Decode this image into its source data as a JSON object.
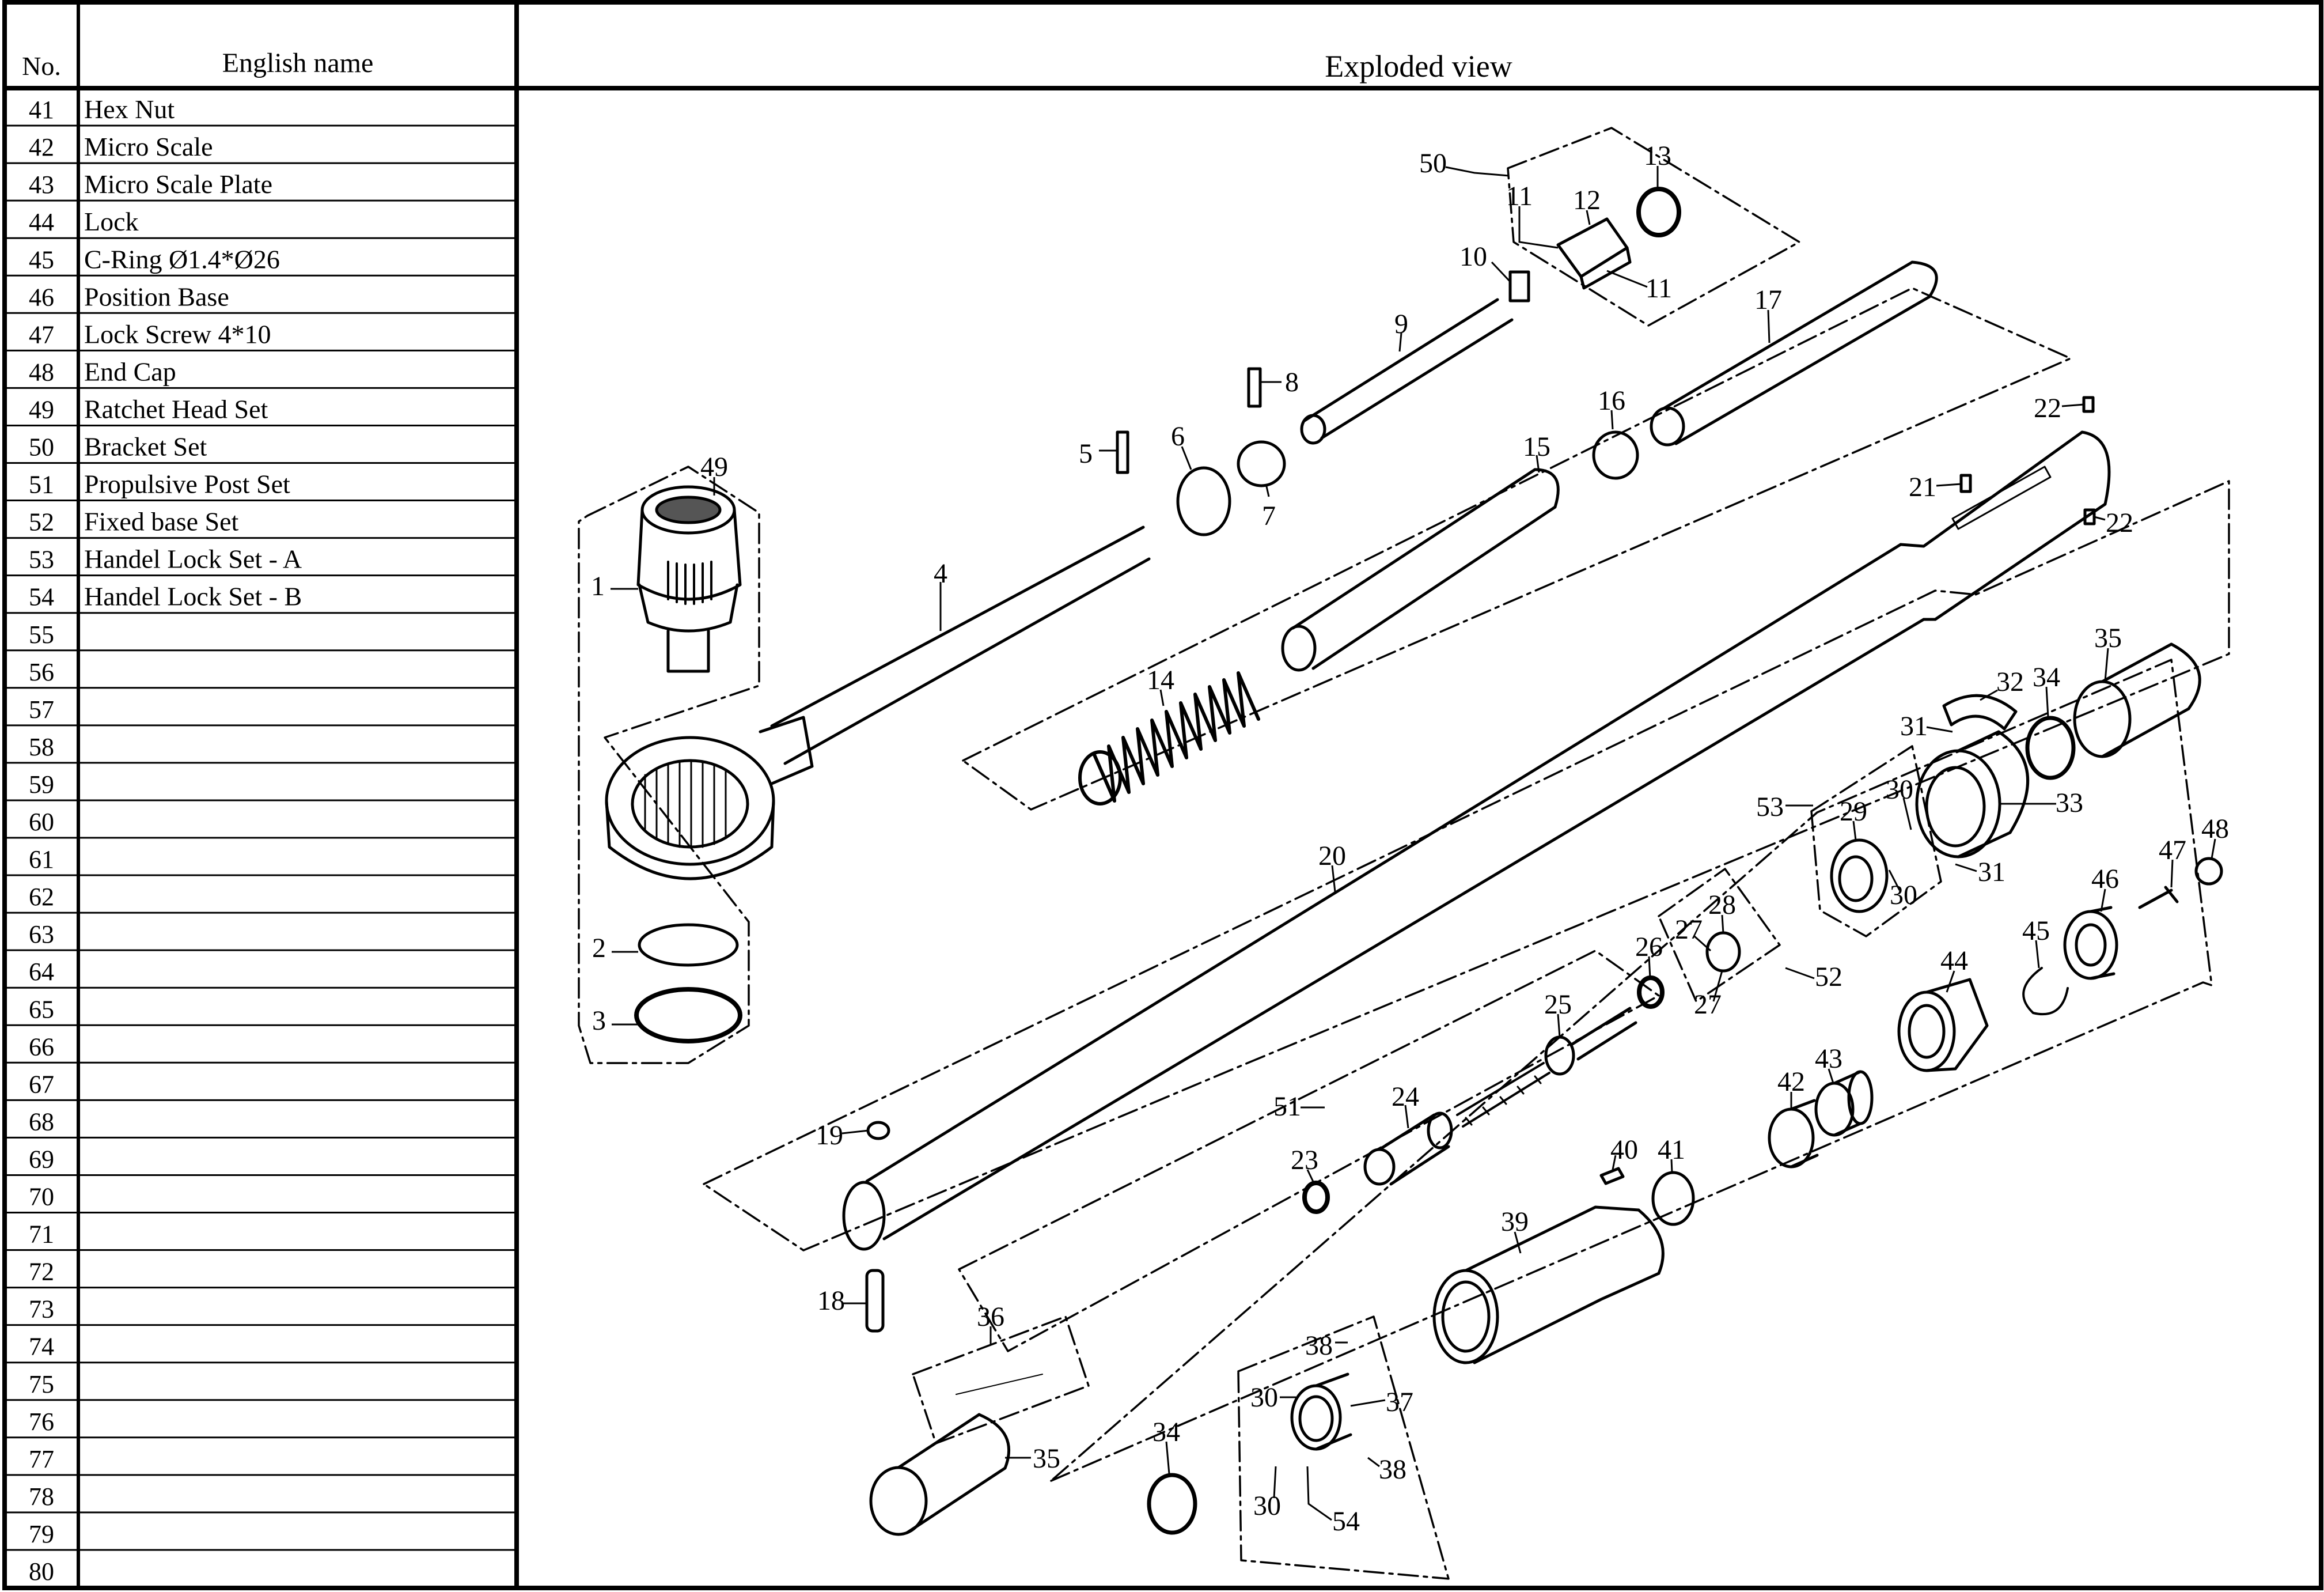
{
  "header": {
    "no_label": "No.",
    "name_label": "English name",
    "view_label": "Exploded view"
  },
  "parts": [
    {
      "no": "41",
      "name": "Hex Nut"
    },
    {
      "no": "42",
      "name": "Micro Scale"
    },
    {
      "no": "43",
      "name": "Micro Scale Plate"
    },
    {
      "no": "44",
      "name": "Lock"
    },
    {
      "no": "45",
      "name": "C-Ring Ø1.4*Ø26"
    },
    {
      "no": "46",
      "name": "Position Base"
    },
    {
      "no": "47",
      "name": "Lock Screw 4*10"
    },
    {
      "no": "48",
      "name": "End Cap"
    },
    {
      "no": "49",
      "name": "Ratchet Head Set"
    },
    {
      "no": "50",
      "name": "Bracket Set"
    },
    {
      "no": "51",
      "name": "Propulsive Post Set"
    },
    {
      "no": "52",
      "name": "Fixed base Set"
    },
    {
      "no": "53",
      "name": "Handel Lock Set - A"
    },
    {
      "no": "54",
      "name": "Handel Lock Set - B"
    },
    {
      "no": "55",
      "name": ""
    },
    {
      "no": "56",
      "name": ""
    },
    {
      "no": "57",
      "name": ""
    },
    {
      "no": "58",
      "name": ""
    },
    {
      "no": "59",
      "name": ""
    },
    {
      "no": "60",
      "name": ""
    },
    {
      "no": "61",
      "name": ""
    },
    {
      "no": "62",
      "name": ""
    },
    {
      "no": "63",
      "name": ""
    },
    {
      "no": "64",
      "name": ""
    },
    {
      "no": "65",
      "name": ""
    },
    {
      "no": "66",
      "name": ""
    },
    {
      "no": "67",
      "name": ""
    },
    {
      "no": "68",
      "name": ""
    },
    {
      "no": "69",
      "name": ""
    },
    {
      "no": "70",
      "name": ""
    },
    {
      "no": "71",
      "name": ""
    },
    {
      "no": "72",
      "name": ""
    },
    {
      "no": "73",
      "name": ""
    },
    {
      "no": "74",
      "name": ""
    },
    {
      "no": "75",
      "name": ""
    },
    {
      "no": "76",
      "name": ""
    },
    {
      "no": "77",
      "name": ""
    },
    {
      "no": "78",
      "name": ""
    },
    {
      "no": "79",
      "name": ""
    },
    {
      "no": "80",
      "name": ""
    }
  ],
  "callouts": [
    {
      "id": "c1",
      "label": "1"
    },
    {
      "id": "c2",
      "label": "2"
    },
    {
      "id": "c3",
      "label": "3"
    },
    {
      "id": "c4",
      "label": "4"
    },
    {
      "id": "c5",
      "label": "5"
    },
    {
      "id": "c6",
      "label": "6"
    },
    {
      "id": "c7",
      "label": "7"
    },
    {
      "id": "c8",
      "label": "8"
    },
    {
      "id": "c9",
      "label": "9"
    },
    {
      "id": "c10",
      "label": "10"
    },
    {
      "id": "c11a",
      "label": "11"
    },
    {
      "id": "c11b",
      "label": "11"
    },
    {
      "id": "c12",
      "label": "12"
    },
    {
      "id": "c13",
      "label": "13"
    },
    {
      "id": "c14",
      "label": "14"
    },
    {
      "id": "c15",
      "label": "15"
    },
    {
      "id": "c16",
      "label": "16"
    },
    {
      "id": "c17",
      "label": "17"
    },
    {
      "id": "c18",
      "label": "18"
    },
    {
      "id": "c19",
      "label": "19"
    },
    {
      "id": "c20",
      "label": "20"
    },
    {
      "id": "c21",
      "label": "21"
    },
    {
      "id": "c22a",
      "label": "22"
    },
    {
      "id": "c22b",
      "label": "22"
    },
    {
      "id": "c23",
      "label": "23"
    },
    {
      "id": "c24",
      "label": "24"
    },
    {
      "id": "c25",
      "label": "25"
    },
    {
      "id": "c26",
      "label": "26"
    },
    {
      "id": "c27a",
      "label": "27"
    },
    {
      "id": "c27b",
      "label": "27"
    },
    {
      "id": "c28",
      "label": "28"
    },
    {
      "id": "c29",
      "label": "29"
    },
    {
      "id": "c30a",
      "label": "30"
    },
    {
      "id": "c30b",
      "label": "30"
    },
    {
      "id": "c30c",
      "label": "30"
    },
    {
      "id": "c30d",
      "label": "30"
    },
    {
      "id": "c31a",
      "label": "31"
    },
    {
      "id": "c31b",
      "label": "31"
    },
    {
      "id": "c32",
      "label": "32"
    },
    {
      "id": "c33",
      "label": "33"
    },
    {
      "id": "c34a",
      "label": "34"
    },
    {
      "id": "c34b",
      "label": "34"
    },
    {
      "id": "c35a",
      "label": "35"
    },
    {
      "id": "c35b",
      "label": "35"
    },
    {
      "id": "c36",
      "label": "36"
    },
    {
      "id": "c37",
      "label": "37"
    },
    {
      "id": "c38a",
      "label": "38"
    },
    {
      "id": "c38b",
      "label": "38"
    },
    {
      "id": "c39",
      "label": "39"
    },
    {
      "id": "c40",
      "label": "40"
    },
    {
      "id": "c41",
      "label": "41"
    },
    {
      "id": "c42",
      "label": "42"
    },
    {
      "id": "c43",
      "label": "43"
    },
    {
      "id": "c44",
      "label": "44"
    },
    {
      "id": "c45",
      "label": "45"
    },
    {
      "id": "c46",
      "label": "46"
    },
    {
      "id": "c47",
      "label": "47"
    },
    {
      "id": "c48",
      "label": "48"
    },
    {
      "id": "c49",
      "label": "49"
    },
    {
      "id": "c50",
      "label": "50"
    },
    {
      "id": "c51",
      "label": "51"
    },
    {
      "id": "c52",
      "label": "52"
    },
    {
      "id": "c53",
      "label": "53"
    },
    {
      "id": "c54",
      "label": "54"
    }
  ]
}
